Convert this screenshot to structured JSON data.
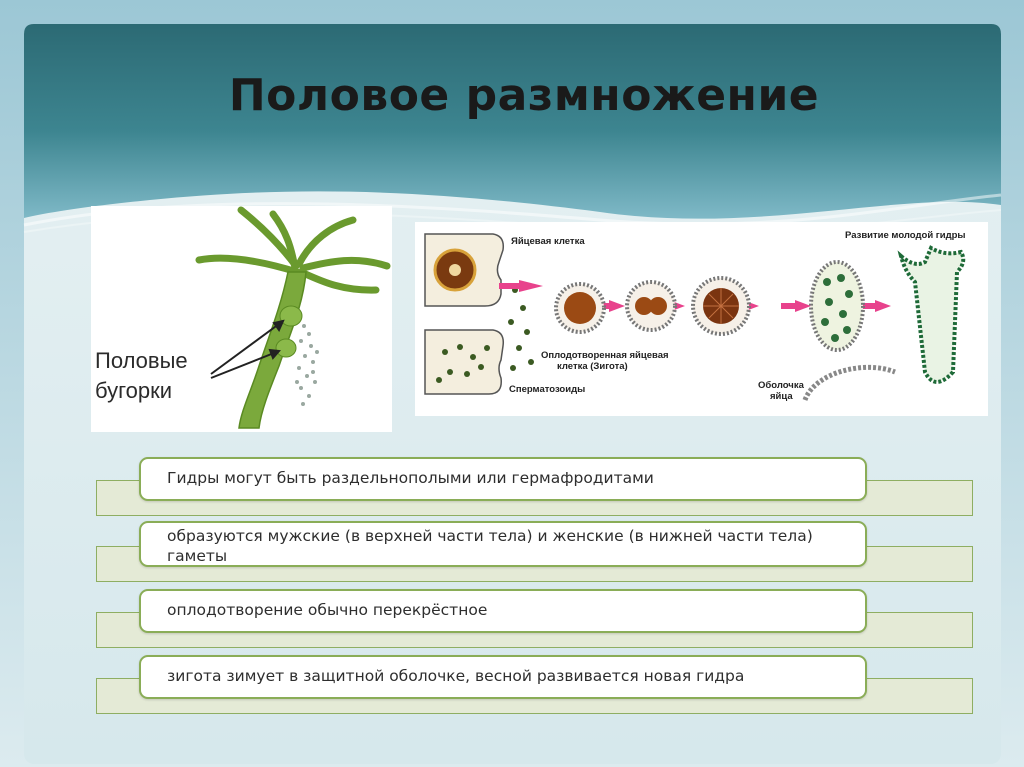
{
  "slide": {
    "title": "Половое размножение"
  },
  "hydra_image": {
    "callout_line1": "Половые",
    "callout_line2": "бугорки"
  },
  "cycle_image": {
    "egg_cell": "Яйцевая клетка",
    "fertilized_egg_line1": "Оплодотворенная яйцевая",
    "fertilized_egg_line2": "клетка (Зигота)",
    "sperm": "Сперматозоиды",
    "development": "Развитие молодой гидры",
    "shell_line1": "Оболочка",
    "shell_line2": "яйца"
  },
  "facts": [
    {
      "text": "Гидры могут быть раздельнополыми или гермафродитами"
    },
    {
      "text": "образуются мужские (в верхней части тела) и женские (в нижней части тела) гаметы"
    },
    {
      "text": "оплодотворение обычно перекрёстное"
    },
    {
      "text": "зигота зимует в защитной оболочке, весной развивается новая гидра"
    }
  ],
  "colors": {
    "header": "#2f7079",
    "box_border": "#8aad57",
    "band_fill": "#e4ead6",
    "arrow": "#e8428c"
  }
}
